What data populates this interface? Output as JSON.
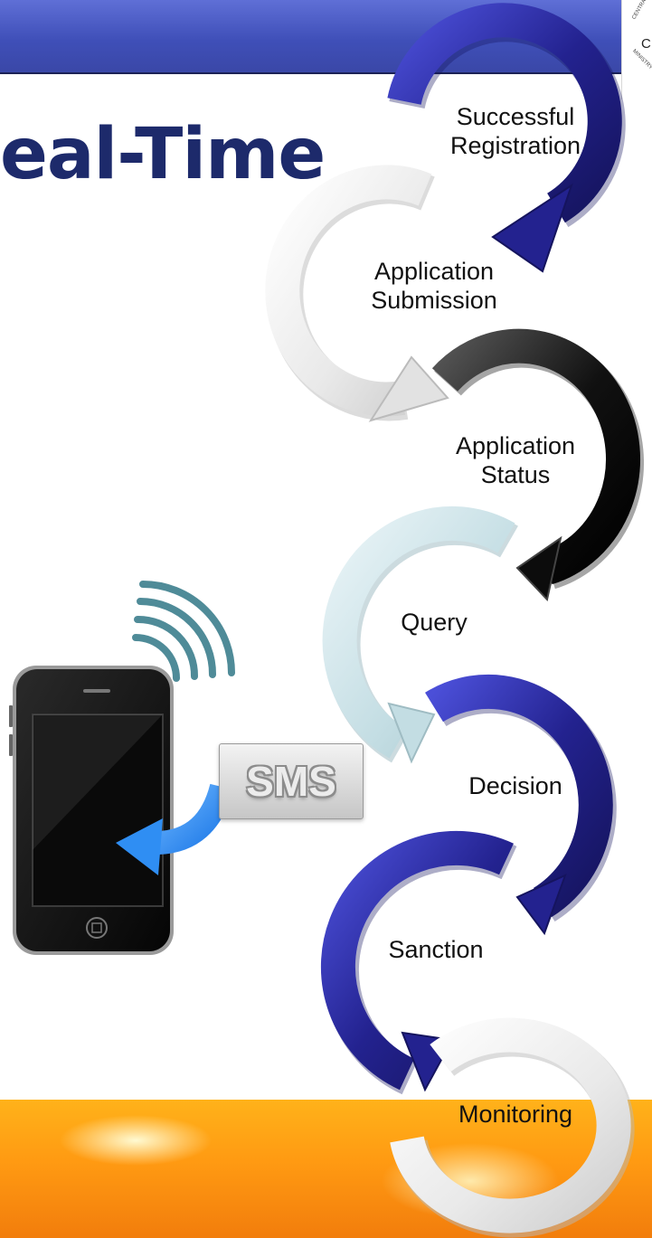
{
  "slide": {
    "title": "eal-Time",
    "logo": {
      "text": "CD",
      "arc_top": "CENTRAL",
      "arc_bottom": "MINISTRY"
    },
    "sms_label": "SMS"
  },
  "process_steps": [
    {
      "label": "Successful\nRegistration",
      "arrow_color": "navy"
    },
    {
      "label": "Application\nSubmission",
      "arrow_color": "white"
    },
    {
      "label": "Application\nStatus",
      "arrow_color": "black"
    },
    {
      "label": "Query",
      "arrow_color": "light-blue"
    },
    {
      "label": "Decision",
      "arrow_color": "navy"
    },
    {
      "label": "Sanction",
      "arrow_color": "navy"
    },
    {
      "label": "Monitoring",
      "arrow_color": "white"
    }
  ],
  "colors": {
    "title": "#1d2a6b",
    "header": "#4b59c4",
    "navy_arrow": "#23228f",
    "black_arrow": "#0c0c0c",
    "light_blue_arrow": "#c3dde3",
    "white_arrow": "#e6e6e6",
    "sms_arrow": "#2f8ef3",
    "signal_waves": "#4f8b98",
    "band": "#ff9a12"
  }
}
